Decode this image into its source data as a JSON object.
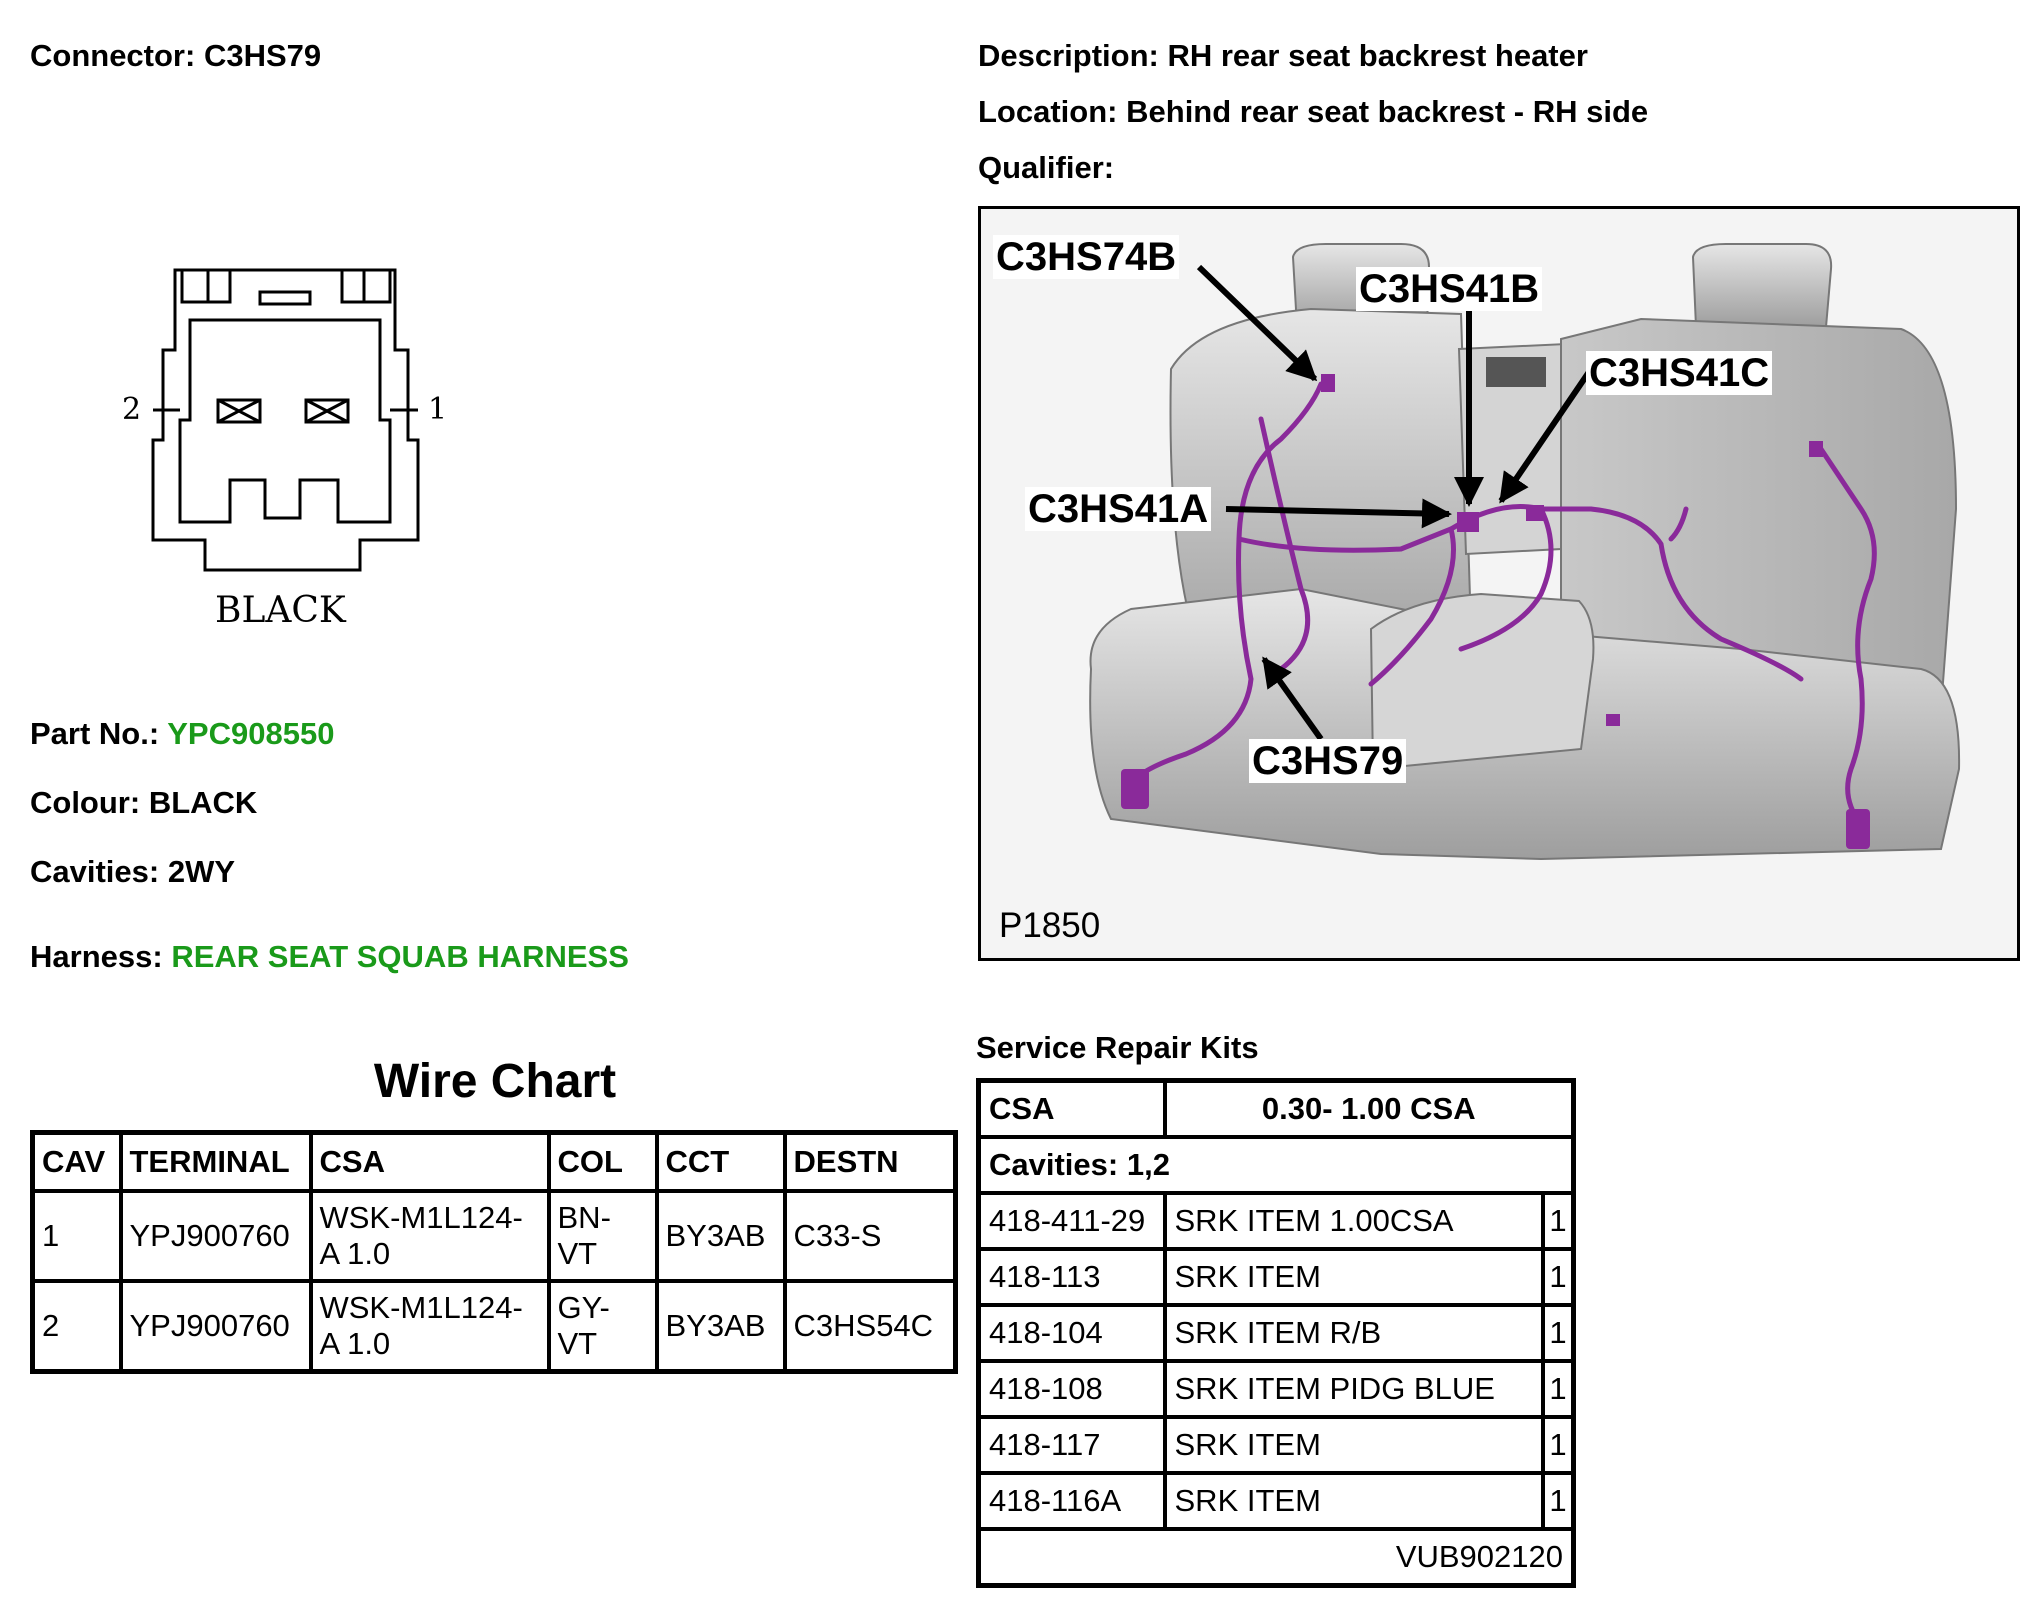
{
  "connector": {
    "label": "Connector:",
    "value": "C3HS79"
  },
  "description": {
    "label": "Description:",
    "value": "RH rear seat backrest heater"
  },
  "location": {
    "label": "Location:",
    "value": "Behind rear seat backrest - RH side"
  },
  "qualifier": {
    "label": "Qualifier:",
    "value": ""
  },
  "connector_drawing": {
    "pin_left": "2",
    "pin_right": "1",
    "colour_caption": "BLACK"
  },
  "part_no": {
    "label": "Part No.:",
    "value": "YPC908550"
  },
  "colour": {
    "label": "Colour:",
    "value": "BLACK"
  },
  "cavities": {
    "label": "Cavities:",
    "value": "2WY"
  },
  "harness": {
    "label": "Harness:",
    "value": "REAR SEAT SQUAB HARNESS"
  },
  "colors": {
    "link_green": "#1a9a1a",
    "harness_purple": "#8a2a9a"
  },
  "figure": {
    "callouts": [
      "C3HS74B",
      "C3HS41B",
      "C3HS41C",
      "C3HS41A",
      "C3HS79"
    ],
    "figure_id": "P1850"
  },
  "wire_chart": {
    "title": "Wire Chart",
    "headers": [
      "CAV",
      "TERMINAL",
      "CSA",
      "COL",
      "CCT",
      "DESTN"
    ],
    "rows": [
      {
        "cav": "1",
        "terminal": "YPJ900760",
        "csa": "WSK-M1L124-A 1.0",
        "col": "BN-VT",
        "cct": "BY3AB",
        "destn": "C33-S"
      },
      {
        "cav": "2",
        "terminal": "YPJ900760",
        "csa": "WSK-M1L124-A 1.0",
        "col": "GY-VT",
        "cct": "BY3AB",
        "destn": "C3HS54C"
      }
    ]
  },
  "service_repair_kits": {
    "title": "Service Repair Kits",
    "csa_label": "CSA",
    "csa_value": "0.30- 1.00 CSA",
    "cavities": "Cavities: 1,2",
    "items": [
      {
        "code": "418-411-29",
        "desc": "SRK ITEM 1.00CSA",
        "qty": "1"
      },
      {
        "code": "418-113",
        "desc": "SRK ITEM",
        "qty": "1"
      },
      {
        "code": "418-104",
        "desc": "SRK ITEM R/B",
        "qty": "1"
      },
      {
        "code": "418-108",
        "desc": "SRK ITEM PIDG BLUE",
        "qty": "1"
      },
      {
        "code": "418-117",
        "desc": "SRK ITEM",
        "qty": "1"
      },
      {
        "code": "418-116A",
        "desc": "SRK ITEM",
        "qty": "1"
      }
    ],
    "kit_number": "VUB902120"
  }
}
